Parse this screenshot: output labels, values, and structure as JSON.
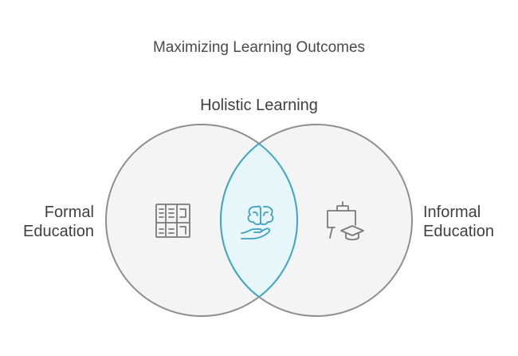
{
  "title": "Maximizing Learning Outcomes",
  "intersection": {
    "label": "Holistic Learning",
    "icon": "brain-hand-icon"
  },
  "left_set": {
    "label_line1": "Formal",
    "label_line2": "Education",
    "icon": "bookshelf-icon"
  },
  "right_set": {
    "label_line1": "Informal",
    "label_line2": "Education",
    "icon": "whiteboard-graduation-cap-icon"
  },
  "colors": {
    "circle_fill": "#f4f4f4",
    "circle_stroke": "#8f8f8f",
    "intersection_fill": "#e6f6fa",
    "intersection_stroke": "#3ca6c6",
    "icon_gray": "#7a7a7a",
    "icon_blue": "#3a9fbf"
  }
}
